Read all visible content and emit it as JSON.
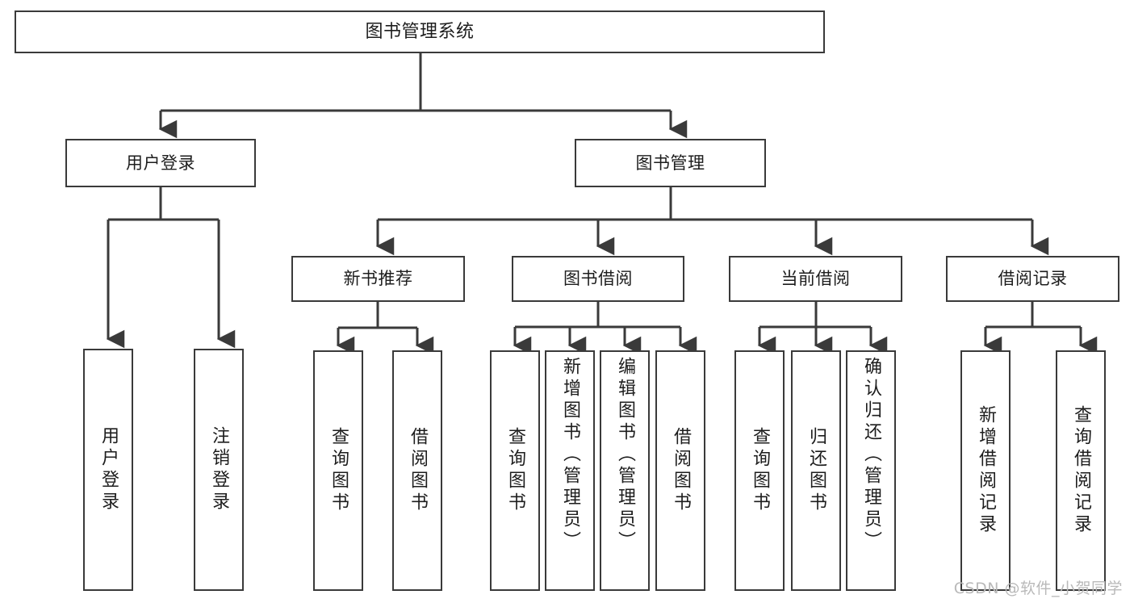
{
  "diagram": {
    "title": "图书管理系统",
    "type": "tree-hierarchy",
    "root": {
      "label": "图书管理系统"
    },
    "level2": [
      {
        "id": "user-login",
        "label": "用户登录"
      },
      {
        "id": "book-management",
        "label": "图书管理"
      }
    ],
    "level3": [
      {
        "id": "new-book-recommend",
        "label": "新书推荐"
      },
      {
        "id": "book-borrow",
        "label": "图书借阅"
      },
      {
        "id": "current-borrow",
        "label": "当前借阅"
      },
      {
        "id": "borrow-record",
        "label": "借阅记录"
      }
    ],
    "leaves": {
      "user_login": [
        {
          "id": "leaf-user-login",
          "label": "用户登录"
        },
        {
          "id": "leaf-user-logout",
          "label": "注销登录"
        }
      ],
      "new_book_recommend": [
        {
          "id": "leaf-query-book-1",
          "label": "查询图书"
        },
        {
          "id": "leaf-borrow-book-1",
          "label": "借阅图书"
        }
      ],
      "book_borrow": [
        {
          "id": "leaf-query-book-2",
          "label": "查询图书"
        },
        {
          "id": "leaf-add-book",
          "label": "新增图书（管理员）"
        },
        {
          "id": "leaf-edit-book",
          "label": "编辑图书（管理员）"
        },
        {
          "id": "leaf-borrow-book-2",
          "label": "借阅图书"
        }
      ],
      "current_borrow": [
        {
          "id": "leaf-query-book-3",
          "label": "查询图书"
        },
        {
          "id": "leaf-return-book",
          "label": "归还图书"
        },
        {
          "id": "leaf-confirm-return",
          "label": "确认归还（管理员）"
        }
      ],
      "borrow_record": [
        {
          "id": "leaf-add-record",
          "label": "新增借阅记录"
        },
        {
          "id": "leaf-query-record",
          "label": "查询借阅记录"
        }
      ]
    },
    "watermark": "CSDN @软件_小贺同学",
    "colors": {
      "stroke": "#3a3a3a",
      "background": "#ffffff",
      "text": "#1d1d1d",
      "watermark": "#b9b9b9"
    }
  }
}
